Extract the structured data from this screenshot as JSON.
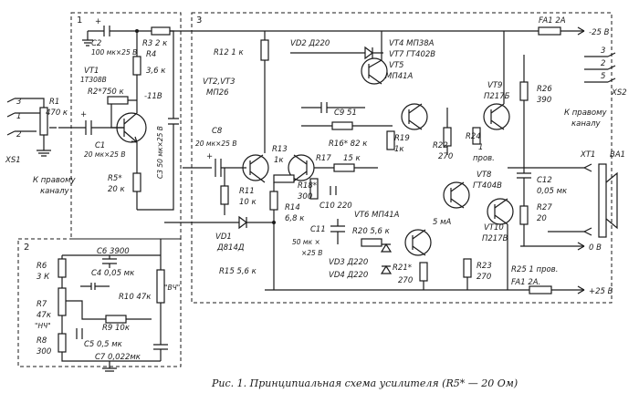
{
  "blocks": {
    "b1": "1",
    "b2": "2",
    "b3": "3"
  },
  "connectors": {
    "xs1": "XS1",
    "xs1_pins": [
      "3",
      "1",
      "2"
    ],
    "xs1_note": [
      "К правому",
      "каналу"
    ],
    "xs2": "XS2",
    "xs2_pins": [
      "3",
      "2",
      "5"
    ],
    "xs2_note": [
      "К правому",
      "каналу"
    ],
    "xt1": "XT1",
    "ba1": "BA1"
  },
  "rails": {
    "neg": "-25 В",
    "pos": "+25 В",
    "gnd": "0 В",
    "minus11": "-11В"
  },
  "parts": {
    "fa1_top": "FA1 2A",
    "r1": "R1",
    "r1_val": "470 к",
    "c2": "C2",
    "c2_val": "100 мк×25 В",
    "r3": "R3 2 к",
    "r4": "R4",
    "r4_val": "3,6 к",
    "vt1": "VT1",
    "vt1_type": "1Т308В",
    "r2": "R2*750 к",
    "c1": "C1",
    "c1_val": "20 мк×25 В",
    "r5": "R5*",
    "r5_val": "20 к",
    "c3": "C3 50 мк×25 В",
    "r12": "R12 1 к",
    "vt23": "VT2,VT3",
    "vt23_type": "МП26",
    "c8": "C8",
    "c8_val": "20 мк×25 В",
    "r11": "R11",
    "r11_val": "10 к",
    "vd1": "VD1",
    "vd1_type": "Д814Д",
    "r15": "R15 5,6 к",
    "r13": "R13",
    "r13_val": "1к",
    "r14": "R14",
    "r14_val": "6,8 к",
    "vd2": "VD2  Д220",
    "vt4": "VT4  МП38А",
    "vt7": "VT7  ГТ402В",
    "vt5": "VT5",
    "vt5_type": "МП41А",
    "c9": "C9   51",
    "r16": "R16* 82 к",
    "r19": "R19",
    "r19_val": "1к",
    "r17": "R17",
    "r17_val": "15 к",
    "r18": "R18*",
    "r18_val": "300",
    "c10": "C10  220",
    "c11": "C11",
    "c11_val": [
      "50 мк ×",
      "×25 В"
    ],
    "vd3": "VD3  Д220",
    "vd4": "VD4  Д220",
    "vt6": "VT6  МП41А",
    "r20": "R20  5,6 к",
    "r21": "R21*",
    "r21_val": "270",
    "ma": "5 мА",
    "r22": "R22",
    "r22_val": "270",
    "r23": "R23",
    "r23_val": "270",
    "r24": "R24",
    "r24_val": [
      "1",
      "пров."
    ],
    "vt9": "VT9",
    "vt9_type": "П217Б",
    "vt8": "VT8",
    "vt8_type": "ГТ404В",
    "vt10": "VT10",
    "vt10_type": "П217В",
    "r26": "R26",
    "r26_val": "390",
    "c12": "C12",
    "c12_val": "0,05 мк",
    "r27": "R27",
    "r27_val": "20",
    "r25": "R25 1 пров.",
    "fa1_bot": "FA1  2А.",
    "r6": "R6",
    "r6_val": "3 К",
    "c6": "C6  3900",
    "c4": "C4  0,05 мк",
    "r10": "R10  47к",
    "vch": "\"ВЧ\"",
    "r7": "R7",
    "r7_val": "47к",
    "nch": "\"НЧ\"",
    "r9": "R9  10к",
    "r8": "R8",
    "r8_val": "300",
    "c5": "C5   0,5 мк",
    "c7": "C7  0,022мк"
  },
  "caption": "Рис. 1.  Принципиальная схема усилителя (R5* — 20 Ом)"
}
